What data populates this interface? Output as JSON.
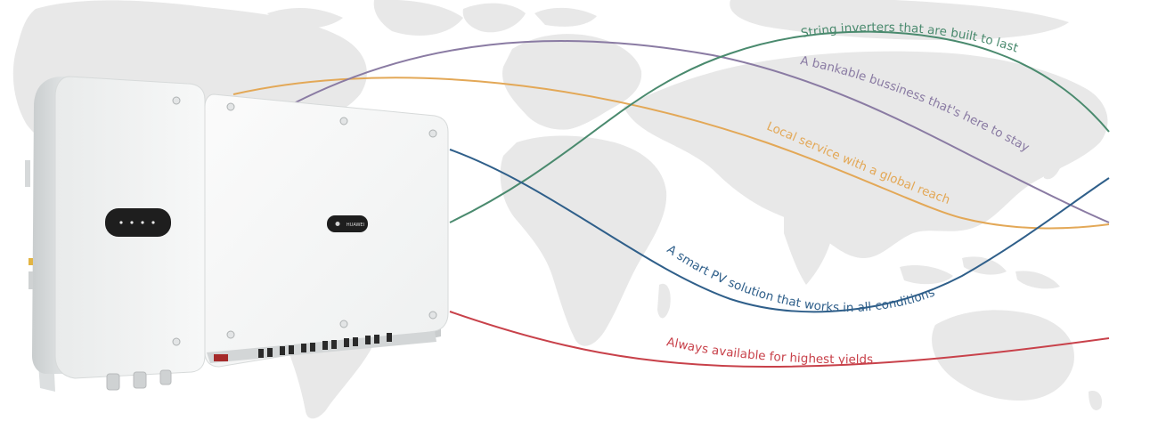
{
  "header": {
    "accent_color": "#cf2a2a"
  },
  "product": {
    "image": "string-inverter",
    "brand_badge": "HUAWEI",
    "led_indicators": 4
  },
  "background": {
    "image": "world-map"
  },
  "curves": [
    {
      "id": "built-to-last",
      "label": "String inverters that are built to last",
      "color": "#4a8a6e"
    },
    {
      "id": "bankable",
      "label": "A bankable bussiness that's here to stay",
      "color": "#8a7ba3"
    },
    {
      "id": "local-service",
      "label": "Local service with a global reach",
      "color": "#e3a857"
    },
    {
      "id": "smart-pv",
      "label": "A smart PV solution that works in all conditions",
      "color": "#2f5f8a"
    },
    {
      "id": "always-available",
      "label": "Always available for highest yields",
      "color": "#c8414a"
    }
  ]
}
